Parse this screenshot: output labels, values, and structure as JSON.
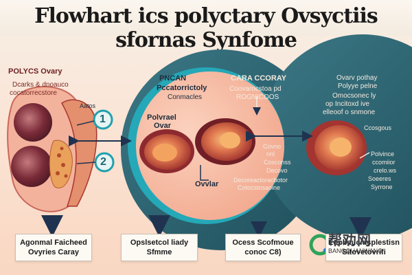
{
  "title": "Flowhart ics polyctary Ovsyctiis sfornas  Synfome",
  "colors": {
    "background": "#f9d7c2",
    "circle_teal": "#2f6774",
    "circle_pink": "#f6b9a2",
    "organ_red": "#a8352f",
    "ring_teal": "#25a8b7",
    "box_fill": "#fdfaf4",
    "arrow_navy": "#1f3350"
  },
  "panel1": {
    "header": "POLYCS Ovary",
    "sub1": "Dcarks & dnoauco",
    "sub2": "cocatorrecstore",
    "side": "Aatos",
    "badge1": "1",
    "badge2": "2"
  },
  "panel2": {
    "header1": "PNCAN",
    "header2": "Pccatorrictoly",
    "header3": "Conmacles",
    "organ_label1": "Polvrael",
    "organ_label2": "Ovar",
    "bottom_label": "Ovvlar"
  },
  "panel3": {
    "header": "CARA CCORAY",
    "sub1": "Coovarocstoa pd",
    "sub2": "ROGNICOOS",
    "side1": "Covno",
    "side2": "nnl",
    "side3": "Cosconss",
    "side4": "Decovo",
    "bottom1": "Decoreactoracbotor",
    "bottom2": "Cotocstosaoine"
  },
  "panel4": {
    "header1": "Ovarv pothay",
    "header2": "Polyye pelne",
    "sub1": "Omocsonec ly",
    "sub2": "op Incitoxd ive",
    "sub3": "elleoof o snmone",
    "side0": "Ccosgous",
    "side1": "Polvince",
    "side2": "ccomiior",
    "side3": "crelo.ws",
    "side4": "Soeeres",
    "side5": "Syrrone"
  },
  "boxes": [
    {
      "line1": "Agonmal Faicheed",
      "line2": "Ovyries Caray"
    },
    {
      "line1": "Opslsetcol liady",
      "line2": "Sfmme"
    },
    {
      "line1": "Ocess Scofmoue",
      "line2": "conoc C8)"
    },
    {
      "line1": "Eopbaucidsplestisn",
      "line2": "Sitovetovrifi"
    }
  ],
  "watermark": {
    "brand": "帮劝网",
    "sub": "BANGQUANWANG"
  }
}
